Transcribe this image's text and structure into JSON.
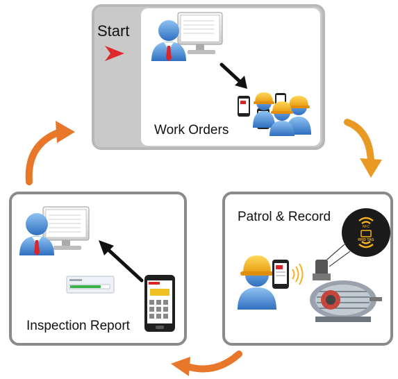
{
  "steps": {
    "start": {
      "caption": "Start",
      "label": "Work Orders"
    },
    "patrol": {
      "label": "Patrol & Record",
      "tag_top": "NFC",
      "tag_bottom": "RFID TAG"
    },
    "report": {
      "label": "Inspection Report"
    }
  },
  "colors": {
    "cycle_arrow": "#e8902a",
    "start_arrow": "#e0292d",
    "box_border": "#8a8a8a",
    "start_panel": "#c9c9c9",
    "person_blue": "#4f8fd6",
    "hardhat": "#f4b11d",
    "tie": "#d8262b"
  },
  "icons": [
    "computer-icon",
    "person-icon",
    "smartphone-icon",
    "worker-icon",
    "nfc-tag-icon",
    "motor-icon",
    "popup-icon"
  ]
}
